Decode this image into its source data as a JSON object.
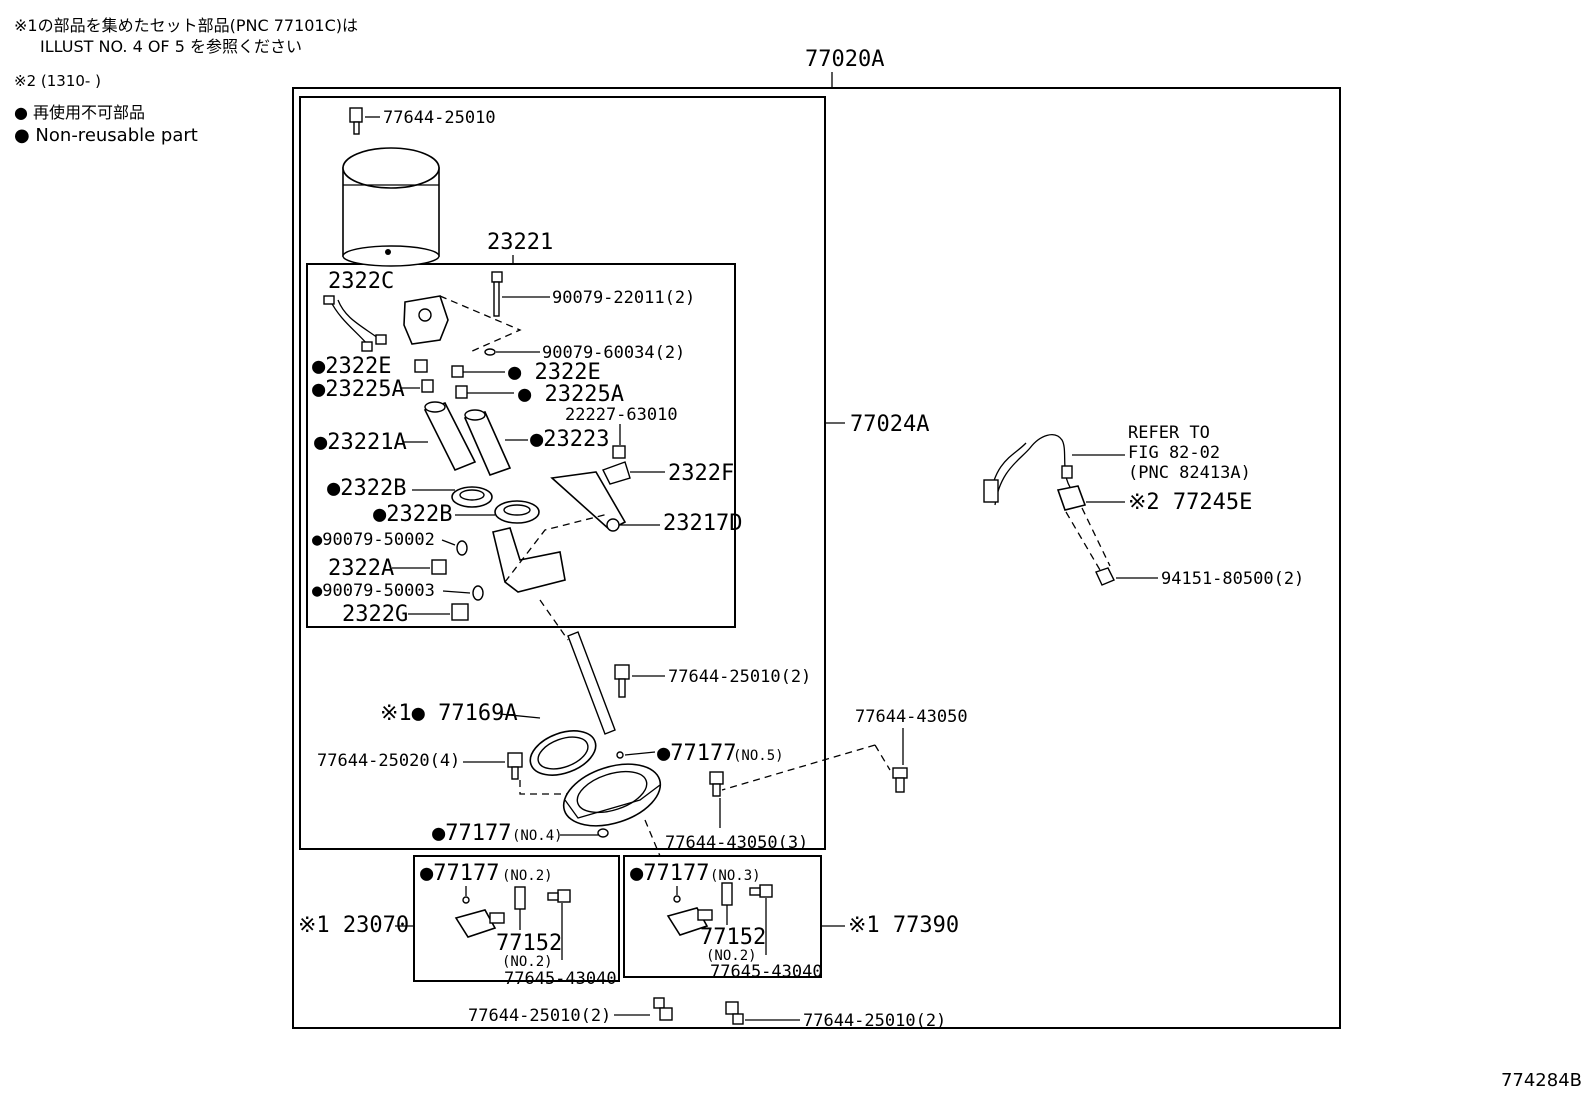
{
  "notes": {
    "note1_line1": "※1の部品を集めたセット部品(PNC 77101C)は",
    "note1_line2": "ILLUST NO. 4 OF 5 を参照ください",
    "note2": "※2 (1310-      )",
    "legend_jp": "● 再使用不可部品",
    "legend_en": "● Non-reusable part"
  },
  "illustration_id": "774284B",
  "labels": {
    "assy_77020A": "77020A",
    "assy_77024A": "77024A",
    "assy_23221": "23221",
    "p_77644_25010_top": "77644-25010",
    "p_2322C": "2322C",
    "p_90079_22011": "90079-22011(2)",
    "p_90079_60034": "90079-60034(2)",
    "p_2322E_left": "●2322E",
    "p_2322E_right": "● 2322E",
    "p_23225A_left": "●23225A",
    "p_23225A_right": "● 23225A",
    "p_22227_63010": "22227-63010",
    "p_23221A": "●23221A",
    "p_23223": "●23223",
    "p_2322F": "2322F",
    "p_2322B_left": "●2322B",
    "p_2322B_right": "●2322B",
    "p_23217D": "23217D",
    "p_90079_50002": "●90079-50002",
    "p_2322A": "2322A",
    "p_90079_50003": "●90079-50003",
    "p_2322G": "2322G",
    "p_77644_25010_mid": "77644-25010(2)",
    "p_77169A": "※1● 77169A",
    "p_77177_no5": "●77177",
    "p_77177_no5_sub": "(NO.5)",
    "p_77644_25020": "77644-25020(4)",
    "p_77644_43050_right": "77644-43050",
    "p_77644_43050_3": "77644-43050(3)",
    "p_77177_no4": "●77177",
    "p_77177_no4_sub": "(NO.4)",
    "p_77177_no2": "●77177",
    "p_77177_no2_sub": "(NO.2)",
    "p_77152_left": "77152",
    "p_77152_left_sub": "(NO.2)",
    "p_77645_43040_left": "77645-43040",
    "p_23070": "※1 23070",
    "p_77177_no3": "●77177",
    "p_77177_no3_sub": "(NO.3)",
    "p_77152_right": "77152",
    "p_77152_right_sub": "(NO.2)",
    "p_77645_43040_right": "77645-43040",
    "p_77390": "※1 77390",
    "p_77644_25010_bl": "77644-25010(2)",
    "p_77644_25010_br": "77644-25010(2)",
    "refer_l1": "REFER TO",
    "refer_l2": "FIG 82-02",
    "refer_l3": "(PNC 82413A)",
    "p_77245E": "※2 77245E",
    "p_94151_80500": "94151-80500(2)"
  }
}
